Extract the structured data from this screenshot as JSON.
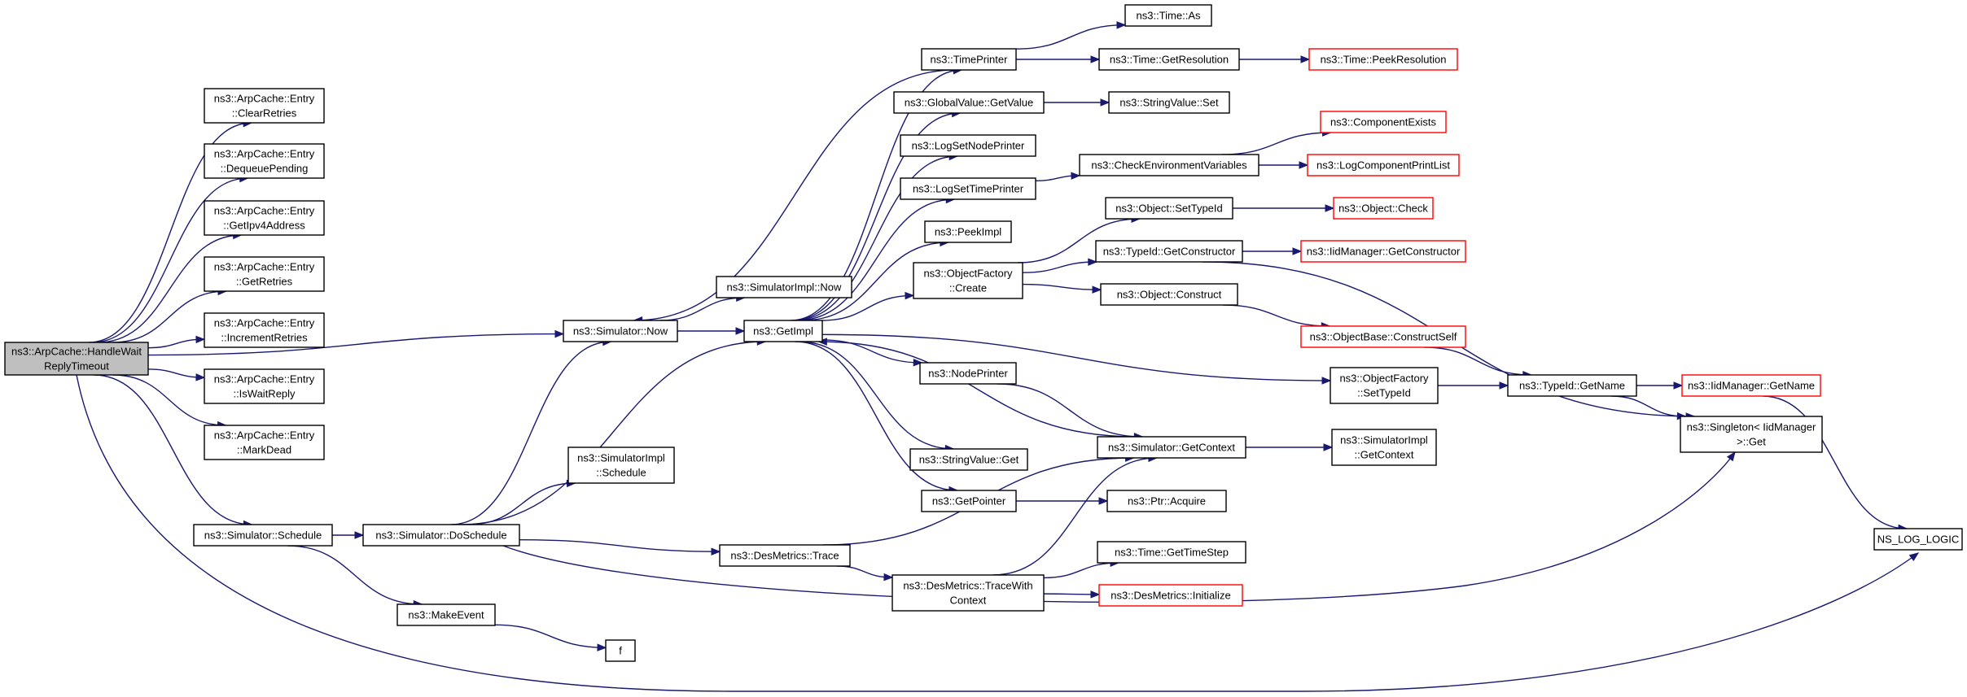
{
  "diagram": {
    "type": "call-graph",
    "colors": {
      "edge": "#191970",
      "node_border": "#000000",
      "truncated_node_border": "#ff0000",
      "root_fill": "#bfbfbf",
      "background": "#ffffff"
    },
    "nodes": [
      {
        "id": "root",
        "lines": [
          "ns3::ArpCache::HandleWait",
          "ReplyTimeout"
        ],
        "style": "root"
      },
      {
        "id": "clear",
        "lines": [
          "ns3::ArpCache::Entry",
          "::ClearRetries"
        ],
        "style": "normal"
      },
      {
        "id": "dequeue",
        "lines": [
          "ns3::ArpCache::Entry",
          "::DequeuePending"
        ],
        "style": "normal"
      },
      {
        "id": "getipv4",
        "lines": [
          "ns3::ArpCache::Entry",
          "::GetIpv4Address"
        ],
        "style": "normal"
      },
      {
        "id": "getretries",
        "lines": [
          "ns3::ArpCache::Entry",
          "::GetRetries"
        ],
        "style": "normal"
      },
      {
        "id": "incretries",
        "lines": [
          "ns3::ArpCache::Entry",
          "::IncrementRetries"
        ],
        "style": "normal"
      },
      {
        "id": "iswait",
        "lines": [
          "ns3::ArpCache::Entry",
          "::IsWaitReply"
        ],
        "style": "normal"
      },
      {
        "id": "markdead",
        "lines": [
          "ns3::ArpCache::Entry",
          "::MarkDead"
        ],
        "style": "normal"
      },
      {
        "id": "simnow",
        "lines": [
          "ns3::Simulator::Now"
        ],
        "style": "normal"
      },
      {
        "id": "simschedule",
        "lines": [
          "ns3::Simulator::Schedule"
        ],
        "style": "normal"
      },
      {
        "id": "doschedule",
        "lines": [
          "ns3::Simulator::DoSchedule"
        ],
        "style": "normal"
      },
      {
        "id": "makeevent",
        "lines": [
          "ns3::MakeEvent"
        ],
        "style": "normal"
      },
      {
        "id": "f",
        "lines": [
          "f"
        ],
        "style": "normal"
      },
      {
        "id": "implschedule",
        "lines": [
          "ns3::SimulatorImpl",
          "::Schedule"
        ],
        "style": "normal"
      },
      {
        "id": "implnow",
        "lines": [
          "ns3::SimulatorImpl::Now"
        ],
        "style": "normal"
      },
      {
        "id": "getimpl",
        "lines": [
          "ns3::GetImpl"
        ],
        "style": "normal"
      },
      {
        "id": "desmtrace",
        "lines": [
          "ns3::DesMetrics::Trace"
        ],
        "style": "normal"
      },
      {
        "id": "desmtracectx",
        "lines": [
          "ns3::DesMetrics::TraceWith",
          "Context"
        ],
        "style": "normal"
      },
      {
        "id": "timeprinter",
        "lines": [
          "ns3::TimePrinter"
        ],
        "style": "normal"
      },
      {
        "id": "globalvalue",
        "lines": [
          "ns3::GlobalValue::GetValue"
        ],
        "style": "normal"
      },
      {
        "id": "lognode",
        "lines": [
          "ns3::LogSetNodePrinter"
        ],
        "style": "normal"
      },
      {
        "id": "logtime",
        "lines": [
          "ns3::LogSetTimePrinter"
        ],
        "style": "normal"
      },
      {
        "id": "peekimpl",
        "lines": [
          "ns3::PeekImpl"
        ],
        "style": "normal"
      },
      {
        "id": "ofcreate",
        "lines": [
          "ns3::ObjectFactory",
          "::Create"
        ],
        "style": "normal"
      },
      {
        "id": "nodeprinter",
        "lines": [
          "ns3::NodePrinter"
        ],
        "style": "normal"
      },
      {
        "id": "svget",
        "lines": [
          "ns3::StringValue::Get"
        ],
        "style": "normal"
      },
      {
        "id": "getpointer",
        "lines": [
          "ns3::GetPointer"
        ],
        "style": "normal"
      },
      {
        "id": "timeas",
        "lines": [
          "ns3::Time::As"
        ],
        "style": "normal"
      },
      {
        "id": "timegetres",
        "lines": [
          "ns3::Time::GetResolution"
        ],
        "style": "normal"
      },
      {
        "id": "timepeekres",
        "lines": [
          "ns3::Time::PeekResolution"
        ],
        "style": "red"
      },
      {
        "id": "svset",
        "lines": [
          "ns3::StringValue::Set"
        ],
        "style": "normal"
      },
      {
        "id": "checkenv",
        "lines": [
          "ns3::CheckEnvironmentVariables"
        ],
        "style": "normal"
      },
      {
        "id": "compexists",
        "lines": [
          "ns3::ComponentExists"
        ],
        "style": "red"
      },
      {
        "id": "logcomplist",
        "lines": [
          "ns3::LogComponentPrintList"
        ],
        "style": "red"
      },
      {
        "id": "setypeid",
        "lines": [
          "ns3::Object::SetTypeId"
        ],
        "style": "normal"
      },
      {
        "id": "objcheck",
        "lines": [
          "ns3::Object::Check"
        ],
        "style": "red"
      },
      {
        "id": "typeidgetctor",
        "lines": [
          "ns3::TypeId::GetConstructor"
        ],
        "style": "normal"
      },
      {
        "id": "iidgetctor",
        "lines": [
          "ns3::IidManager::GetConstructor"
        ],
        "style": "red"
      },
      {
        "id": "objconstruct",
        "lines": [
          "ns3::Object::Construct"
        ],
        "style": "normal"
      },
      {
        "id": "objbaseconstruct",
        "lines": [
          "ns3::ObjectBase::ConstructSelf"
        ],
        "style": "red"
      },
      {
        "id": "ofsettypeid",
        "lines": [
          "ns3::ObjectFactory",
          "::SetTypeId"
        ],
        "style": "normal"
      },
      {
        "id": "typeidgetname",
        "lines": [
          "ns3::TypeId::GetName"
        ],
        "style": "normal"
      },
      {
        "id": "iidgetname",
        "lines": [
          "ns3::IidManager::GetName"
        ],
        "style": "red"
      },
      {
        "id": "singleton",
        "lines": [
          "ns3::Singleton< IidManager",
          " >::Get"
        ],
        "style": "normal"
      },
      {
        "id": "nslog",
        "lines": [
          "NS_LOG_LOGIC"
        ],
        "style": "normal"
      },
      {
        "id": "getcontext",
        "lines": [
          "ns3::Simulator::GetContext"
        ],
        "style": "normal"
      },
      {
        "id": "implgetctx",
        "lines": [
          "ns3::SimulatorImpl",
          "::GetContext"
        ],
        "style": "normal"
      },
      {
        "id": "ptracquire",
        "lines": [
          "ns3::Ptr::Acquire"
        ],
        "style": "normal"
      },
      {
        "id": "timegetstep",
        "lines": [
          "ns3::Time::GetTimeStep"
        ],
        "style": "normal"
      },
      {
        "id": "desminit",
        "lines": [
          "ns3::DesMetrics::Initialize"
        ],
        "style": "red"
      }
    ],
    "edges": [
      [
        "root",
        "clear"
      ],
      [
        "root",
        "dequeue"
      ],
      [
        "root",
        "getipv4"
      ],
      [
        "root",
        "getretries"
      ],
      [
        "root",
        "incretries"
      ],
      [
        "root",
        "iswait"
      ],
      [
        "root",
        "markdead"
      ],
      [
        "root",
        "simnow"
      ],
      [
        "root",
        "simschedule"
      ],
      [
        "root",
        "nslog"
      ],
      [
        "simnow",
        "implnow"
      ],
      [
        "simnow",
        "getimpl"
      ],
      [
        "simschedule",
        "doschedule"
      ],
      [
        "simschedule",
        "makeevent"
      ],
      [
        "makeevent",
        "f"
      ],
      [
        "doschedule",
        "simnow"
      ],
      [
        "doschedule",
        "implschedule"
      ],
      [
        "doschedule",
        "getimpl"
      ],
      [
        "doschedule",
        "desmtrace"
      ],
      [
        "doschedule",
        "singleton"
      ],
      [
        "getimpl",
        "timeprinter"
      ],
      [
        "getimpl",
        "globalvalue"
      ],
      [
        "getimpl",
        "lognode"
      ],
      [
        "getimpl",
        "logtime"
      ],
      [
        "getimpl",
        "peekimpl"
      ],
      [
        "getimpl",
        "ofcreate"
      ],
      [
        "getimpl",
        "ofsettypeid"
      ],
      [
        "getimpl",
        "nodeprinter"
      ],
      [
        "getimpl",
        "svget"
      ],
      [
        "getimpl",
        "getpointer"
      ],
      [
        "timeprinter",
        "simnow"
      ],
      [
        "timeprinter",
        "timeas"
      ],
      [
        "timeprinter",
        "timegetres"
      ],
      [
        "timegetres",
        "timepeekres"
      ],
      [
        "globalvalue",
        "svset"
      ],
      [
        "logtime",
        "checkenv"
      ],
      [
        "checkenv",
        "compexists"
      ],
      [
        "checkenv",
        "logcomplist"
      ],
      [
        "ofcreate",
        "setypeid"
      ],
      [
        "ofcreate",
        "typeidgetctor"
      ],
      [
        "ofcreate",
        "objconstruct"
      ],
      [
        "setypeid",
        "objcheck"
      ],
      [
        "typeidgetctor",
        "iidgetctor"
      ],
      [
        "typeidgetctor",
        "singleton"
      ],
      [
        "objconstruct",
        "objbaseconstruct"
      ],
      [
        "objbaseconstruct",
        "typeidgetname"
      ],
      [
        "ofsettypeid",
        "typeidgetname"
      ],
      [
        "typeidgetname",
        "iidgetname"
      ],
      [
        "typeidgetname",
        "singleton"
      ],
      [
        "iidgetname",
        "nslog"
      ],
      [
        "nodeprinter",
        "getcontext"
      ],
      [
        "getcontext",
        "getimpl"
      ],
      [
        "getcontext",
        "implgetctx"
      ],
      [
        "getpointer",
        "ptracquire"
      ],
      [
        "desmtrace",
        "getcontext"
      ],
      [
        "desmtrace",
        "desmtracectx"
      ],
      [
        "desmtracectx",
        "getcontext"
      ],
      [
        "desmtracectx",
        "timegetstep"
      ],
      [
        "desmtracectx",
        "desminit"
      ]
    ]
  }
}
